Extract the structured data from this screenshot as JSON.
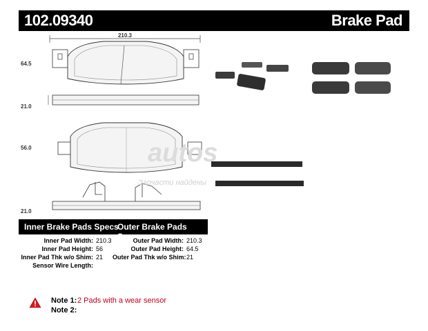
{
  "header": {
    "part_number": "102.09340",
    "product_type": "Brake Pad"
  },
  "drawing": {
    "dimensions": {
      "width_top": "210.3",
      "height_outer": "64.5",
      "thickness_outer": "21.0",
      "height_inner": "56.0",
      "thickness_inner": "21.0"
    },
    "watermark_text": "Запчасти найдены"
  },
  "specs": {
    "inner_title": "Inner Brake Pads Specs",
    "outer_title": "Outer Brake Pads Specs",
    "inner": [
      {
        "label": "Inner Pad Width:",
        "value": "210.3"
      },
      {
        "label": "Inner Pad Height:",
        "value": "56"
      },
      {
        "label": "Inner Pad Thk w/o Shim:",
        "value": "21"
      },
      {
        "label": "Sensor Wire Length:",
        "value": ""
      }
    ],
    "outer": [
      {
        "label": "Outer Pad Width:",
        "value": "210.3"
      },
      {
        "label": "Outer Pad Height:",
        "value": "64.5"
      },
      {
        "label": "Outer Pad Thk w/o Shim:",
        "value": "21"
      }
    ]
  },
  "notes": [
    {
      "label": "Note 1:",
      "value": "2 Pads with a wear sensor"
    },
    {
      "label": "Note 2:",
      "value": ""
    }
  ],
  "colors": {
    "header_bg": "#000000",
    "note_value": "#c0001a",
    "warning_fill": "#d8181f"
  }
}
